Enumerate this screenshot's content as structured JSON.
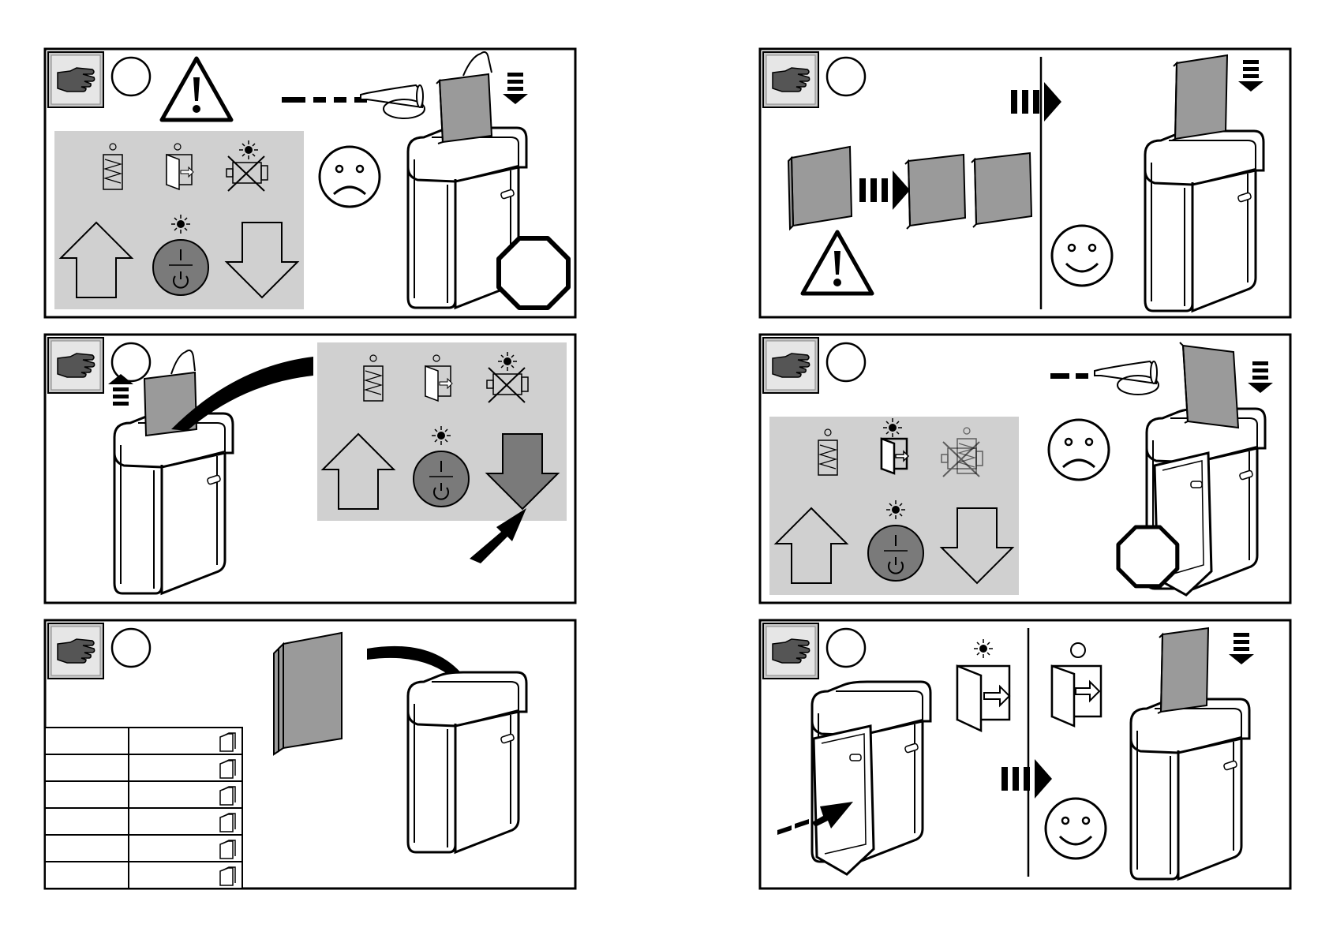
{
  "document": {
    "type": "pictogram-instruction-sheet",
    "panels": [
      {
        "id": "p1",
        "step_number": "",
        "shows": [
          "hand-icon",
          "step-circle",
          "warning-icon",
          "horn-icon",
          "sad-face-icon",
          "stop-octagon-icon",
          "shredder",
          "control-panel"
        ]
      },
      {
        "id": "p2",
        "step_number": "",
        "shows": [
          "hand-icon",
          "step-circle",
          "shredder",
          "control-panel",
          "reverse-arrow"
        ]
      },
      {
        "id": "p3",
        "step_number": "",
        "shows": [
          "hand-icon",
          "step-circle",
          "capacity-table",
          "paper-stack",
          "shredder"
        ]
      },
      {
        "id": "p4",
        "step_number": "",
        "shows": [
          "hand-icon",
          "step-circle",
          "paper-split",
          "warning-icon",
          "happy-face-icon",
          "shredder"
        ]
      },
      {
        "id": "p5",
        "step_number": "",
        "shows": [
          "hand-icon",
          "step-circle",
          "horn-icon",
          "sad-face-icon",
          "stop-octagon-icon",
          "control-panel",
          "shredder-door-open"
        ]
      },
      {
        "id": "p6",
        "step_number": "",
        "shows": [
          "hand-icon",
          "step-circle",
          "door-lit-icon",
          "door-icon",
          "happy-face-icon",
          "shredder-door-closing",
          "shredder"
        ]
      }
    ],
    "capacity_table": {
      "rows": 6,
      "labels": [
        "",
        "",
        "",
        "",
        "",
        ""
      ],
      "values": [
        "",
        "",
        "",
        "",
        "",
        ""
      ]
    },
    "colors": {
      "ink": "#000000",
      "panel_gray": "#d0d0d0",
      "paper_gray": "#9a9a9a",
      "button_gray": "#7a7a7a",
      "hand_box": "#c8c8c8"
    }
  }
}
